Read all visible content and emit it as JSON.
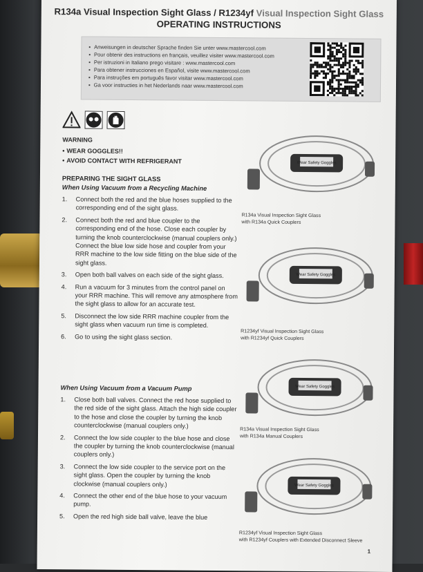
{
  "header": {
    "title_part1": "R134a Visual Inspection Sight Glass / R1234yf ",
    "title_part2": "Visual Inspection Sight Glass",
    "title_line2": "OPERATING INSTRUCTIONS"
  },
  "languages": [
    "Anweisungen in deutscher Sprache finden Sie unter www.mastercool.com",
    "Pour obtenir des instructions en français, veuillez visiter www.mastercool.com",
    "Per istruzioni in Italiano prego visitare : www.mastercool.com",
    "Para obtener instrucciones en Español, visite www.mastercool.com",
    "Para instruções em português favor visitar www.mastercool.com",
    "Ga voor instructies in het Nederlands naar www.mastercool.com"
  ],
  "icons": [
    "warning-icon",
    "goggles-icon",
    "gloves-icon"
  ],
  "warning": {
    "heading": "WARNING",
    "items": [
      "WEAR GOGGLES!!",
      "AVOID CONTACT WITH REFRIGERANT"
    ]
  },
  "section": {
    "heading": "PREPARING THE SIGHT GLASS"
  },
  "machine": {
    "heading": "When Using Vacuum from a Recycling Machine",
    "steps": [
      {
        "n": "1.",
        "text": "Connect both the red and the blue hoses supplied to the corresponding end of the sight glass."
      },
      {
        "n": "2.",
        "text": "Connect both the red and blue coupler to the corresponding end of the hose. Close each coupler by turning the knob counterclockwise (manual couplers only.) Connect the blue low side hose and coupler from your RRR machine to the low side fitting on the blue side of the sight glass."
      },
      {
        "n": "3.",
        "text": "Open both ball valves on each side of the sight glass."
      },
      {
        "n": "4.",
        "text": "Run a vacuum for 3 minutes from the control panel on your RRR machine. This will remove any atmosphere from the sight glass to allow for an accurate test."
      },
      {
        "n": "5.",
        "text": "Disconnect the low side RRR machine coupler from the sight glass when vacuum run time is completed."
      },
      {
        "n": "6.",
        "text": "Go to using the sight glass section."
      }
    ]
  },
  "pump": {
    "heading": "When Using Vacuum from a Vacuum Pump",
    "steps": [
      {
        "n": "1.",
        "text": "Close both ball valves. Connect the red hose supplied to the red side of the sight glass. Attach the high side coupler to the hose and close the coupler by turning the knob counterclockwise (manual couplers only.)"
      },
      {
        "n": "2.",
        "text": "Connect the low side coupler to the blue hose and close the coupler by turning the knob counterclockwise (manual couplers only.)"
      },
      {
        "n": "3.",
        "text": "Connect the low side coupler to the service port on the sight glass. Open the coupler by turning the knob clockwise (manual couplers only.)"
      },
      {
        "n": "4.",
        "text": "Connect the other end of the blue hose to your vacuum pump."
      },
      {
        "n": "5.",
        "text": "Open the red high side ball valve, leave the blue"
      }
    ]
  },
  "figures": [
    {
      "label": "Wear Safety Goggles",
      "caption1": "R134a Visual Inspection Sight Glass",
      "caption2": "with R134a Quick Couplers"
    },
    {
      "label": "Wear Safety Goggles",
      "caption1": "R1234yf Visual Inspection Sight Glass",
      "caption2": "with R1234yf Quick Couplers"
    },
    {
      "label": "Wear Safety Goggles",
      "caption1": "R134a Visual Inspection Sight Glass",
      "caption2": "with R134a Manual Couplers"
    },
    {
      "label": "Wear Safety Goggles",
      "caption1": "R1234yf Visual Inspection Sight Glass",
      "caption2": "with R1234yf Couplers with Extended Disconnect Sleeve"
    }
  ],
  "page_number": "1"
}
